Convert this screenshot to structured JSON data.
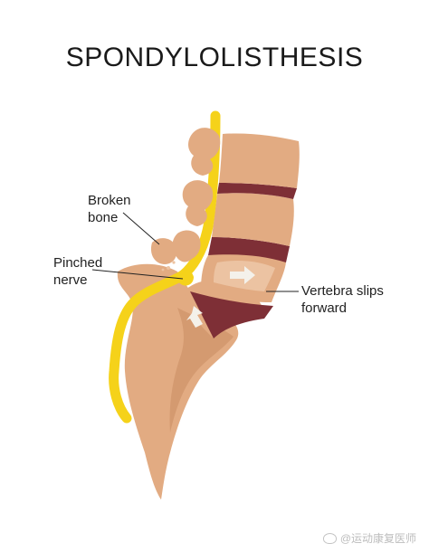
{
  "title": "SPONDYLOLISTHESIS",
  "labels": {
    "broken_bone": [
      "Broken",
      "bone"
    ],
    "pinched_nerve": [
      "Pinched",
      "nerve"
    ],
    "vertebra_slips": [
      "Vertebra slips",
      "forward"
    ]
  },
  "watermark": "@运动康复医师",
  "colors": {
    "bone": "#e2ab82",
    "bone_shade": "#c98c62",
    "bone_light": "#ecc3a2",
    "disc": "#7e2f36",
    "disc_dark": "#652128",
    "nerve": "#f5d21a",
    "nerve_dark": "#e0b70c",
    "ink": "#222222"
  }
}
